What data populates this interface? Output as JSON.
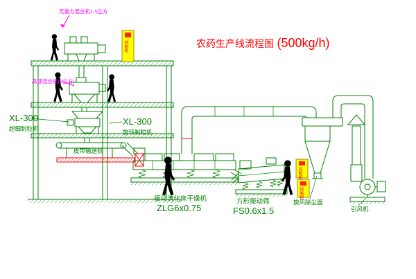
{
  "diagram": {
    "title": {
      "name": "农药生产线流程图",
      "capacity": "(500kg/h)"
    },
    "labels": {
      "gravity_mixer_note": "无重力混合机1.5立方",
      "high_speed_mixer": "高速混合机(3立方)",
      "fine_granulator_model": "XL-300",
      "fine_granulator_name": "超细制粒机",
      "rotary_granulator_model": "XL-300",
      "rotary_granulator_name": "旋转制粒机",
      "belt_conveyor": "皮带输送机",
      "fluid_bed_dryer_name": "振动流化床干燥机",
      "fluid_bed_dryer_model": "ZLG6x0.75",
      "vibrating_screen_name": "方形振动筛",
      "vibrating_screen_model": "FS0.6x1.5",
      "cyclone": "旋风除尘器",
      "induced_draft_fan": "引风机",
      "control_cabinet_top": "控制柜",
      "control_cabinet_right_upper": "控制柜",
      "control_cabinet_right_lower": "控制柜"
    },
    "colors": {
      "line_green": "#008000",
      "title_red": "#ff0000",
      "annotation_magenta": "#ff00ff",
      "cabinet_yellow": "#ffff00",
      "figure_black": "#000000",
      "background": "#ffffff"
    }
  }
}
